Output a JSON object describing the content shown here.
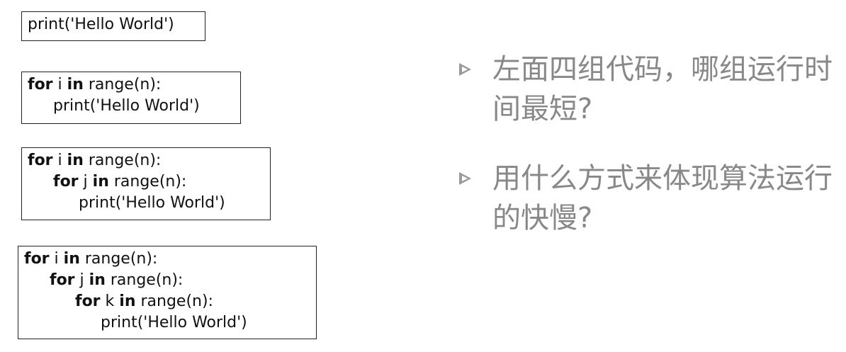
{
  "code_blocks": [
    {
      "lines": [
        {
          "indent": 0,
          "tokens": [
            {
              "t": "print('Hello World')",
              "kw": false
            }
          ]
        }
      ]
    },
    {
      "lines": [
        {
          "indent": 0,
          "tokens": [
            {
              "t": "for",
              "kw": true
            },
            {
              "t": " i ",
              "kw": false
            },
            {
              "t": "in",
              "kw": true
            },
            {
              "t": " range(n):",
              "kw": false
            }
          ]
        },
        {
          "indent": 1,
          "tokens": [
            {
              "t": "print('Hello World')",
              "kw": false
            }
          ]
        }
      ]
    },
    {
      "lines": [
        {
          "indent": 0,
          "tokens": [
            {
              "t": "for",
              "kw": true
            },
            {
              "t": " i ",
              "kw": false
            },
            {
              "t": "in",
              "kw": true
            },
            {
              "t": " range(n):",
              "kw": false
            }
          ]
        },
        {
          "indent": 1,
          "tokens": [
            {
              "t": "for",
              "kw": true
            },
            {
              "t": " j ",
              "kw": false
            },
            {
              "t": "in",
              "kw": true
            },
            {
              "t": " range(n):",
              "kw": false
            }
          ]
        },
        {
          "indent": 2,
          "tokens": [
            {
              "t": "print('Hello World')",
              "kw": false
            }
          ]
        }
      ]
    },
    {
      "lines": [
        {
          "indent": 0,
          "tokens": [
            {
              "t": "for",
              "kw": true
            },
            {
              "t": " i ",
              "kw": false
            },
            {
              "t": "in",
              "kw": true
            },
            {
              "t": " range(n):",
              "kw": false
            }
          ]
        },
        {
          "indent": 1,
          "tokens": [
            {
              "t": "for",
              "kw": true
            },
            {
              "t": " j ",
              "kw": false
            },
            {
              "t": "in",
              "kw": true
            },
            {
              "t": " range(n):",
              "kw": false
            }
          ]
        },
        {
          "indent": 2,
          "tokens": [
            {
              "t": "for",
              "kw": true
            },
            {
              "t": " k ",
              "kw": false
            },
            {
              "t": "in",
              "kw": true
            },
            {
              "t": " range(n):",
              "kw": false
            }
          ]
        },
        {
          "indent": 3,
          "tokens": [
            {
              "t": "print('Hello World')",
              "kw": false
            }
          ]
        }
      ]
    }
  ],
  "bullets": [
    {
      "icon": "triangle-bullet-icon",
      "text": "左面四组代码，哪组运行时间最短?"
    },
    {
      "icon": "triangle-bullet-icon",
      "text": "用什么方式来体现算法运行的快慢?"
    }
  ],
  "colors": {
    "bullet_text": "#888888",
    "code_text": "#111111",
    "border": "#222222"
  }
}
